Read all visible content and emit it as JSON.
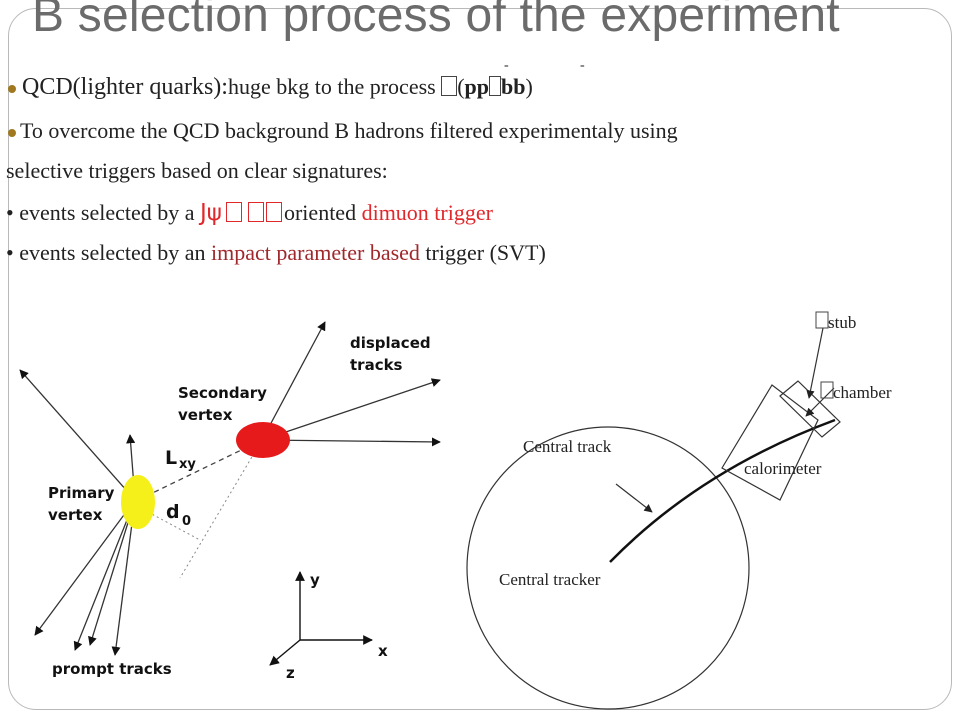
{
  "slide": {
    "title": "B selection process of the experiment",
    "bullets": {
      "b1_prefix": "QCD(lighter quarks):",
      "b1_text": "huge bkg to the process ",
      "b1_sym": "(",
      "b1_pp": "pp",
      "b1_bb": "bb",
      "b1_close": ")",
      "b1_bar": "-",
      "b2_line1": "To overcome the QCD background B hadrons filtered experimentaly using",
      "b2_line2": "selective triggers based on clear signatures:",
      "b3_prefix": "events selected by a ",
      "b3_sym": "Jψ",
      "b3_mid": "oriented ",
      "b3_red": "dimuon trigger",
      "b4_prefix": "events selected by an ",
      "b4_red": "impact parameter based",
      "b4_suffix": " trigger (SVT)"
    },
    "colors": {
      "accent_red": "#e0282c",
      "dark_red": "#a0282c",
      "bullet": "#a07820",
      "title_gray": "#6b6b6b"
    }
  },
  "vertex_diagram": {
    "displaced_tracks": "displaced",
    "displaced_tracks2": "tracks",
    "secondary_vertex": "Secondary",
    "secondary_vertex2": "vertex",
    "lxy": "L",
    "lxy_sub": "xy",
    "primary_vertex": "Primary",
    "primary_vertex2": "vertex",
    "d0": "d",
    "d0_sub": "0",
    "prompt_tracks": "prompt tracks",
    "axis_y": "y",
    "axis_x": "x",
    "axis_z": "z"
  },
  "detector_diagram": {
    "stub": " stub",
    "chamber": " chamber",
    "central_track": "Central track",
    "calorimeter": "calorimeter",
    "central_tracker": "Central tracker"
  }
}
